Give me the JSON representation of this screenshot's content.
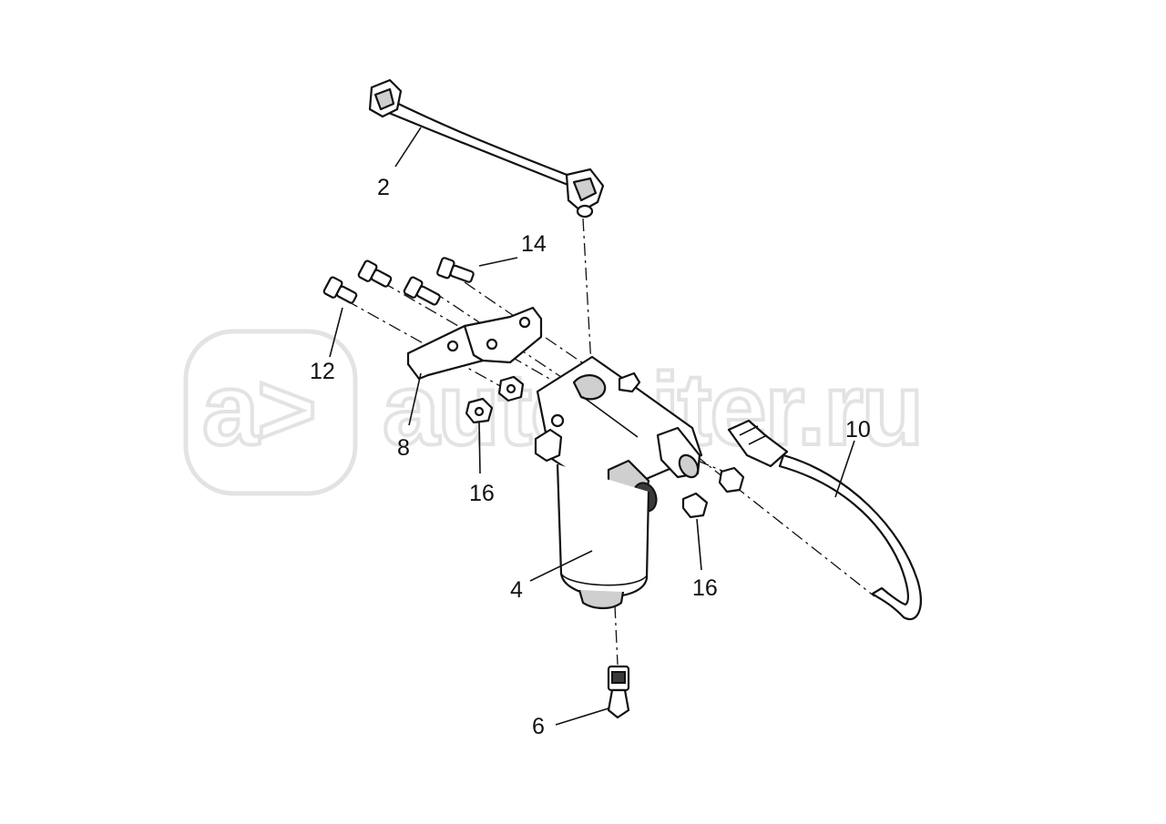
{
  "watermark": {
    "logo_text": "a>",
    "site_text": "autopiter.ru"
  },
  "callouts": {
    "c2": "2",
    "c4": "4",
    "c6": "6",
    "c8": "8",
    "c10": "10",
    "c12": "12",
    "c14": "14",
    "c16a": "16",
    "c16b": "16"
  }
}
